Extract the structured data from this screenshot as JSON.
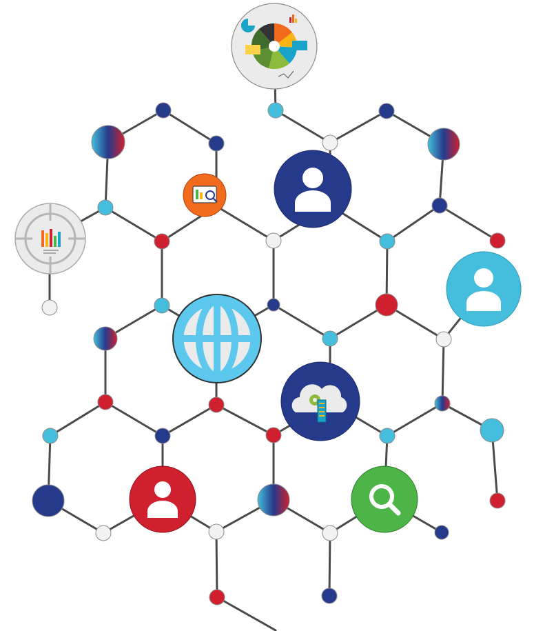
{
  "diagram": {
    "kind": "hexagonal-network",
    "colors": {
      "edge": "#4a4a4a",
      "navy": "#263a8c",
      "red": "#d0202f",
      "cyan": "#44bedc",
      "white": "#f2f2f2",
      "nodeStroke": "#8a8a8a",
      "orange": "#f26a1b",
      "green": "#4db448",
      "lightblue": "#5cc8ee"
    },
    "icon_nodes": [
      {
        "name": "pie-chart-icon",
        "theme": "light-gray"
      },
      {
        "name": "analytics-dashboard-icon",
        "theme": "orange"
      },
      {
        "name": "user-icon",
        "theme": "navy"
      },
      {
        "name": "target-chart-icon",
        "theme": "light-gray"
      },
      {
        "name": "user-icon",
        "theme": "cyan"
      },
      {
        "name": "globe-icon",
        "theme": "light-blue"
      },
      {
        "name": "cloud-server-icon",
        "theme": "navy"
      },
      {
        "name": "user-icon",
        "theme": "red"
      },
      {
        "name": "search-icon",
        "theme": "green"
      }
    ]
  }
}
